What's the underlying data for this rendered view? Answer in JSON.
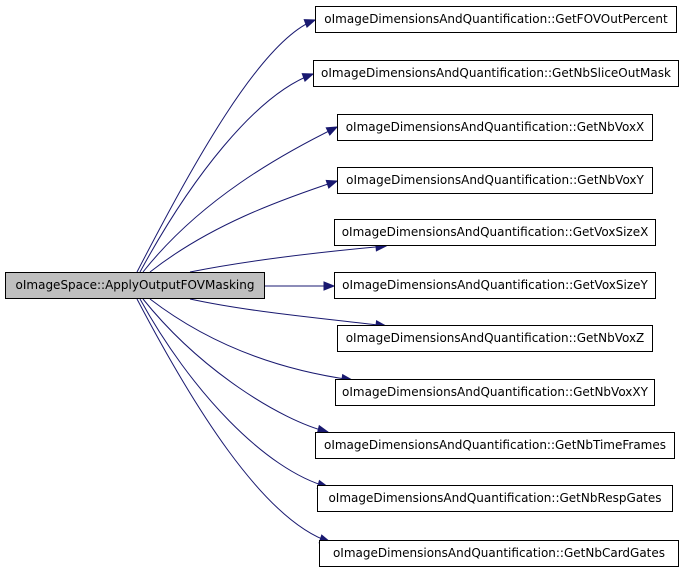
{
  "graph": {
    "root": {
      "label": "oImageSpace::ApplyOutputFOVMasking"
    },
    "callees": [
      {
        "label": "oImageDimensionsAndQuantification::GetFOVOutPercent"
      },
      {
        "label": "oImageDimensionsAndQuantification::GetNbSliceOutMask"
      },
      {
        "label": "oImageDimensionsAndQuantification::GetNbVoxX"
      },
      {
        "label": "oImageDimensionsAndQuantification::GetNbVoxY"
      },
      {
        "label": "oImageDimensionsAndQuantification::GetVoxSizeX"
      },
      {
        "label": "oImageDimensionsAndQuantification::GetVoxSizeY"
      },
      {
        "label": "oImageDimensionsAndQuantification::GetNbVoxZ"
      },
      {
        "label": "oImageDimensionsAndQuantification::GetNbVoxXY"
      },
      {
        "label": "oImageDimensionsAndQuantification::GetNbTimeFrames"
      },
      {
        "label": "oImageDimensionsAndQuantification::GetNbRespGates"
      },
      {
        "label": "oImageDimensionsAndQuantification::GetNbCardGates"
      }
    ],
    "colors": {
      "edge": "#191970",
      "root_fill": "#bfbfbf",
      "node_fill": "#ffffff",
      "node_border": "#000000"
    }
  }
}
